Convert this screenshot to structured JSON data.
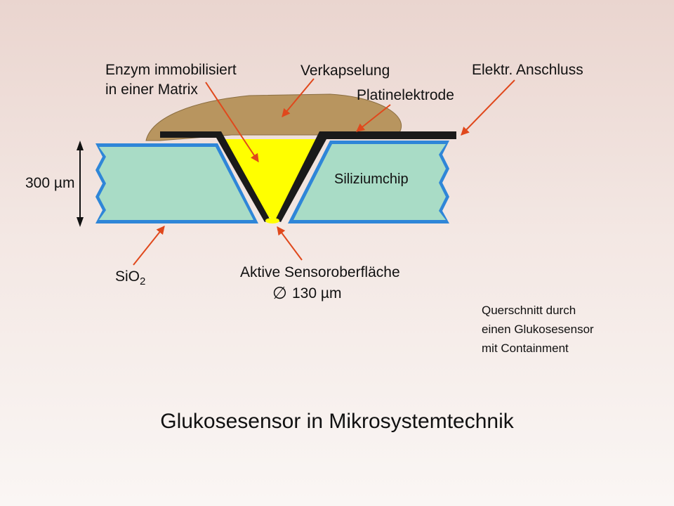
{
  "labels": {
    "enzyme_line1": "Enzym immobilisiert",
    "enzyme_line2": "in einer Matrix",
    "encapsulation": "Verkapselung",
    "platinum_electrode": "Platinelektrode",
    "electrical_connection": "Elektr. Anschluss",
    "silicon_chip": "Siliziumchip",
    "thickness": "300 µm",
    "oxide_base": "SiO",
    "oxide_subscript": "2",
    "active_surface": "Aktive Sensoroberfläche",
    "diameter_symbol": "∅",
    "diameter_value": "130 µm"
  },
  "caption": {
    "line1": "Querschnitt durch",
    "line2": "einen Glukosesensor",
    "line3": "mit Containment"
  },
  "title": "Glukosesensor in Mikrosystemtechnik",
  "colors": {
    "silicon": "#a9dcc6",
    "oxide": "#2f86d8",
    "encapsulation": "#b8955f",
    "enzyme_matrix": "#ffff00",
    "electrode": "#1a1a1a",
    "arrow": "#e0481c"
  }
}
